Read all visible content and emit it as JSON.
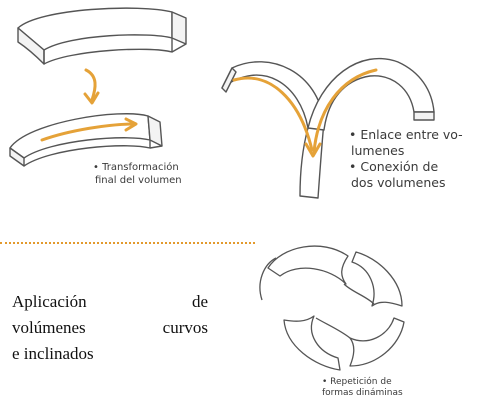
{
  "notes": {
    "transform": [
      "• Transformación",
      "final del volumen"
    ],
    "enlace": [
      "• Enlace entre vo-",
      "lumenes",
      "• Conexión de",
      "dos volumenes"
    ],
    "repeticion": [
      "• Repetición de",
      "formas dináminas"
    ]
  },
  "caption": {
    "lines": [
      "Aplicación de",
      "volúmenes curvos",
      "e inclinados"
    ]
  },
  "colors": {
    "arrow": "#e5a238",
    "stroke": "#555555",
    "dotted": "#e39a2d"
  }
}
